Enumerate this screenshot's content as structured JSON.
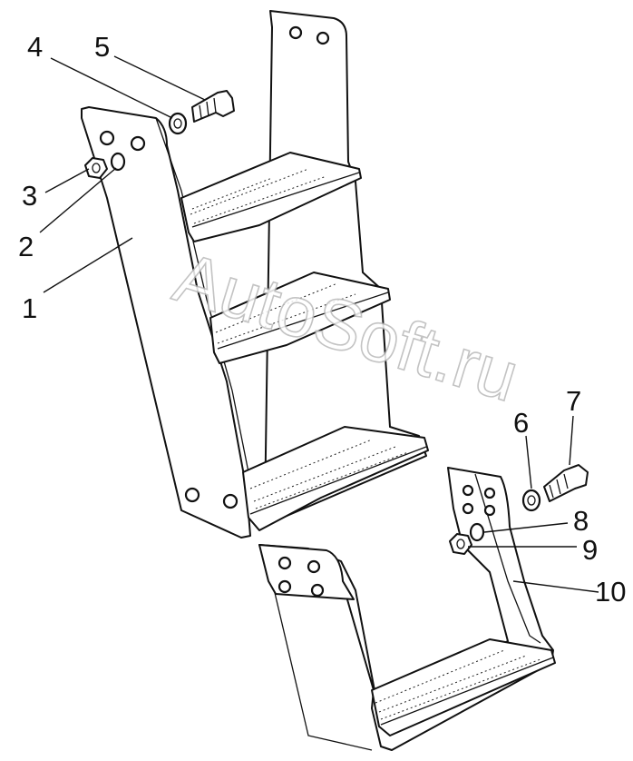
{
  "watermark": "AutoSoft.ru",
  "callouts": [
    "1",
    "2",
    "3",
    "4",
    "5",
    "6",
    "7",
    "8",
    "9",
    "10"
  ]
}
